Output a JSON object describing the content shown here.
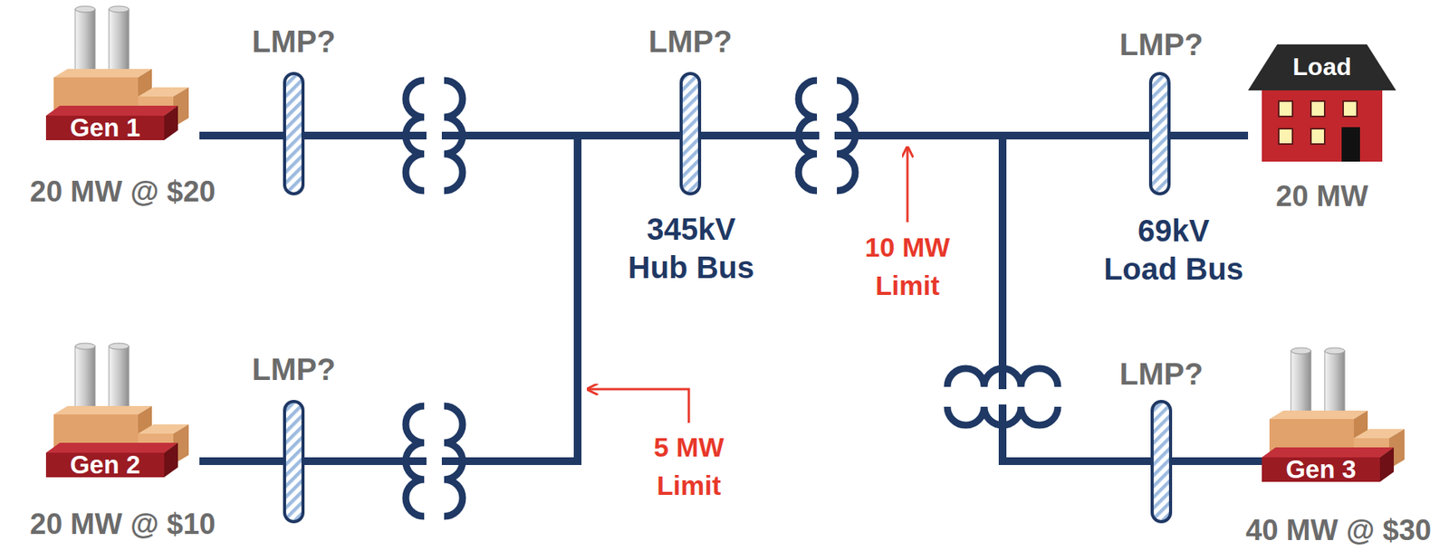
{
  "diagram": {
    "nodes": [
      {
        "text": [
          "Gen 1",
          "20 MW @ $20"
        ]
      },
      {
        "text": [
          "Load",
          "20 MW"
        ]
      },
      {
        "text": [
          "Gen 2",
          "20 MW @ $10"
        ]
      },
      {
        "text": [
          "Gen 3",
          "40 MW @ $30"
        ]
      }
    ],
    "edges": [
      {
        "from": 0,
        "to": 1,
        "arrow": "none"
      },
      {
        "from": 2,
        "to": 1,
        "arrow": "none"
      },
      {
        "from": 3,
        "to": 1,
        "arrow": "none"
      }
    ],
    "labels": [
      "LMP?",
      "LMP?",
      "LMP?",
      "345kV Hub Bus",
      "69kV Load Bus",
      "10 MW Limit",
      "LMP?",
      "LMP?",
      "5 MW Limit"
    ]
  }
}
